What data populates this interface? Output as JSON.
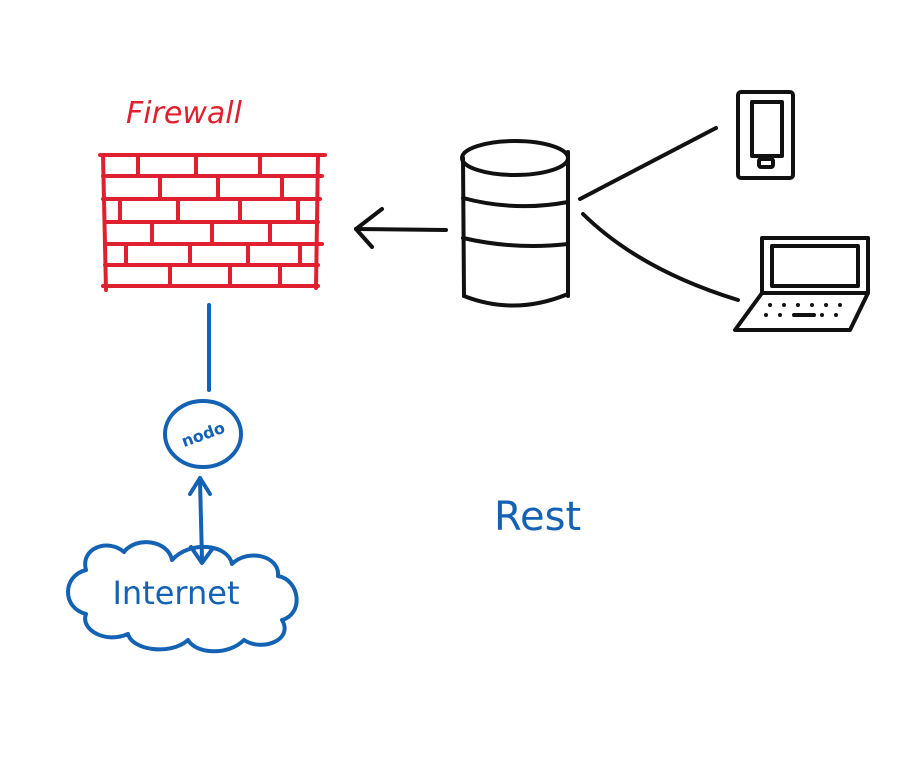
{
  "colors": {
    "firewall": "#e0202e",
    "network": "#1462b4",
    "devices": "#111111",
    "background": "#ffffff"
  },
  "firewall": {
    "label": "Firewall",
    "icon": "brick-wall-icon"
  },
  "server": {
    "icon": "database-cylinder-icon"
  },
  "devices": [
    {
      "icon": "smartphone-icon"
    },
    {
      "icon": "laptop-icon"
    }
  ],
  "node": {
    "label": "nodo"
  },
  "internet": {
    "label": "Internet",
    "icon": "cloud-icon"
  },
  "api": {
    "label": "Rest"
  }
}
